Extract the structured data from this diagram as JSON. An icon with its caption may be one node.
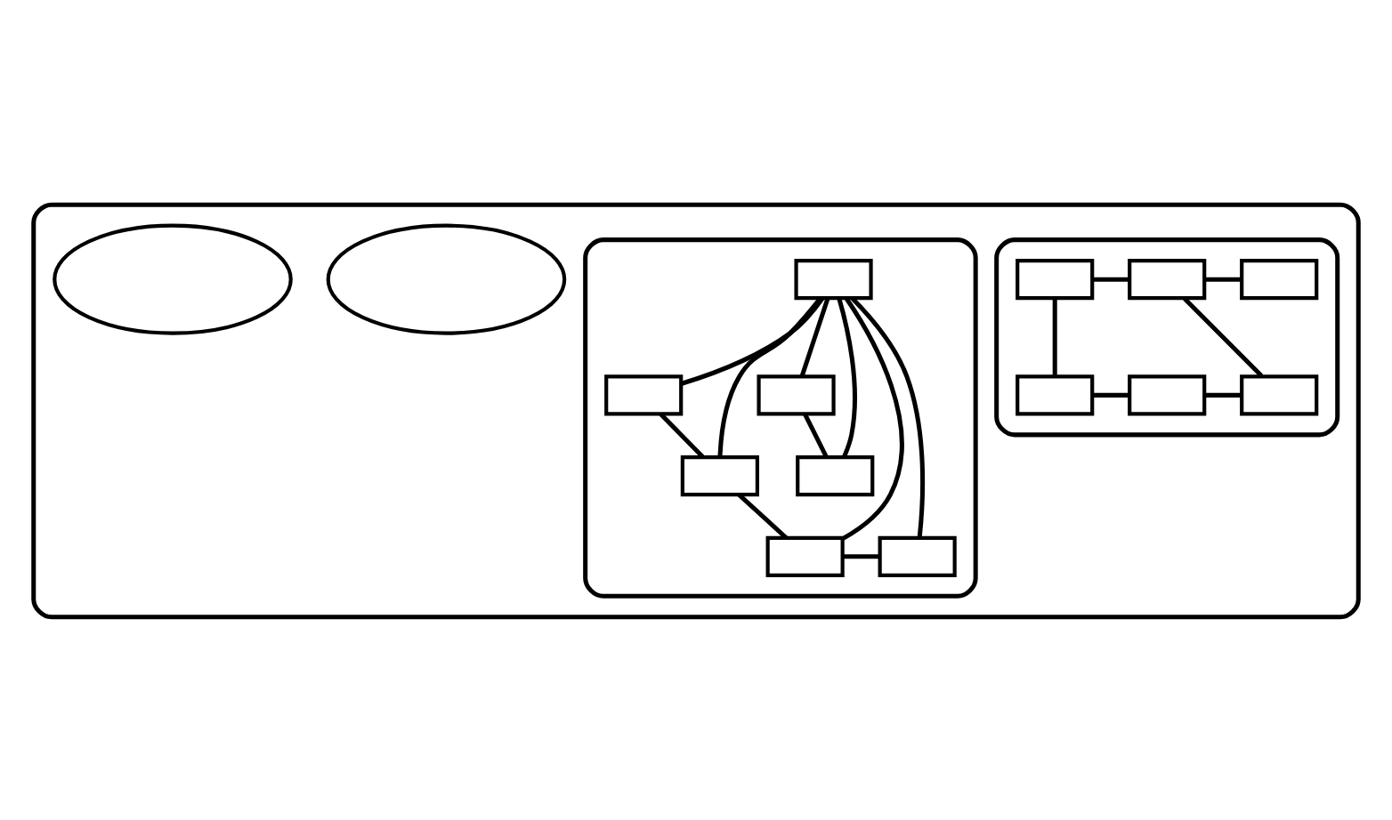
{
  "diagram": {
    "nodes": [
      {
        "text": [],
        "shape": "ellipse"
      },
      {
        "text": [],
        "shape": "ellipse",
        "in": 0
      },
      {
        "text": [],
        "shape": "ellipse",
        "in": 0
      },
      {
        "text": [],
        "shape": "ellipse",
        "in": 0
      },
      {
        "text": [],
        "shape": "ellipse",
        "in": 0
      },
      {
        "text": [],
        "shape": "box",
        "in": 4
      },
      {
        "text": [],
        "shape": "box",
        "in": 4
      },
      {
        "text": [],
        "shape": "box",
        "in": 4
      },
      {
        "text": [],
        "shape": "box",
        "in": 4
      },
      {
        "text": [],
        "shape": "box",
        "in": 4
      },
      {
        "text": [],
        "shape": "box",
        "in": 4
      },
      {
        "text": [],
        "shape": "box",
        "in": 4
      },
      {
        "text": [],
        "shape": "box",
        "in": 3
      },
      {
        "text": [],
        "shape": "box",
        "in": 3
      },
      {
        "text": [],
        "shape": "box",
        "in": 3
      },
      {
        "text": [],
        "shape": "box",
        "in": 3
      },
      {
        "text": [],
        "shape": "box",
        "in": 3
      },
      {
        "text": [],
        "shape": "box",
        "in": 3
      }
    ],
    "edges": [
      {
        "from": 5,
        "to": 6,
        "arrow": "none"
      },
      {
        "from": 5,
        "to": 8,
        "arrow": "none"
      },
      {
        "from": 5,
        "to": 10,
        "arrow": "none"
      },
      {
        "from": 5,
        "to": 11,
        "arrow": "none"
      },
      {
        "from": 5,
        "to": 9,
        "arrow": "none"
      },
      {
        "from": 5,
        "to": 7,
        "arrow": "none"
      },
      {
        "from": 6,
        "to": 8,
        "arrow": "none"
      },
      {
        "from": 7,
        "to": 9,
        "arrow": "none"
      },
      {
        "from": 8,
        "to": 10,
        "arrow": "none"
      },
      {
        "from": 10,
        "to": 11,
        "arrow": "none"
      },
      {
        "from": 12,
        "to": 13,
        "arrow": "none"
      },
      {
        "from": 13,
        "to": 14,
        "arrow": "none"
      },
      {
        "from": 12,
        "to": 15,
        "arrow": "none"
      },
      {
        "from": 15,
        "to": 16,
        "arrow": "none"
      },
      {
        "from": 16,
        "to": 17,
        "arrow": "none"
      },
      {
        "from": 13,
        "to": 17,
        "arrow": "none"
      }
    ]
  }
}
